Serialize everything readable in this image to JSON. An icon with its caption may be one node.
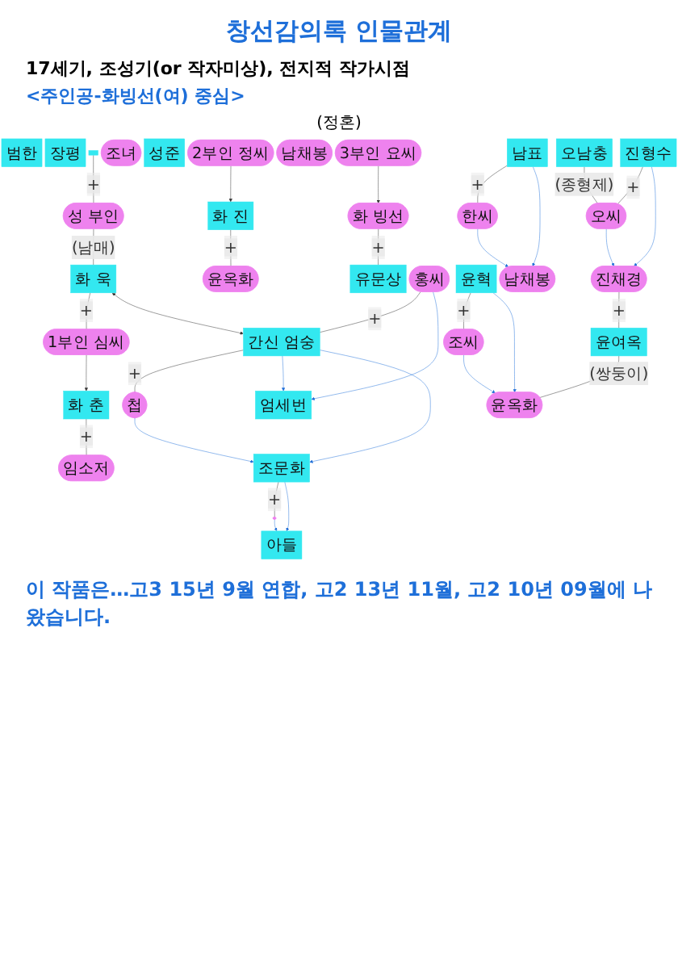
{
  "diagram": {
    "title": "창선감의록 인물관계",
    "caption": "이 작품은…고3 15년 9월 연합, 고2 13년 11월, 고2 10년 09월에 나왔습니다.",
    "nodes": [
      {
        "text": [
          "범한"
        ]
      },
      {
        "text": [
          "장평"
        ]
      },
      {
        "text": [],
        "shape": "box"
      },
      {
        "text": [
          "성 부인"
        ]
      },
      {
        "text": [
          "화 욱"
        ]
      },
      {
        "text": [
          "1부인 심씨"
        ]
      },
      {
        "text": [
          "화 춘"
        ]
      },
      {
        "text": [
          "임소저"
        ]
      },
      {
        "text": [
          "조녀"
        ]
      },
      {
        "text": [
          "성준"
        ]
      },
      {
        "text": [
          "2부인 정씨"
        ]
      },
      {
        "text": [
          "화 진"
        ]
      },
      {
        "text": [
          "윤옥화"
        ]
      },
      {
        "text": [
          "남채봉"
        ]
      },
      {
        "text": [
          "3부인 요씨"
        ]
      },
      {
        "text": [
          "화 빙선"
        ]
      },
      {
        "text": [
          "유문상"
        ]
      },
      {
        "text": [
          "홍씨"
        ]
      },
      {
        "text": [
          "간신 엄숭"
        ]
      },
      {
        "text": [
          "첩"
        ]
      },
      {
        "text": [
          "엄세번"
        ]
      },
      {
        "text": [
          "조문화"
        ]
      },
      {
        "text": [],
        "shape": "circle"
      },
      {
        "text": [
          "아들"
        ]
      },
      {
        "text": [
          "오남충"
        ]
      },
      {
        "text": [
          "남표"
        ]
      },
      {
        "text": [
          "한씨"
        ]
      },
      {
        "text": [
          "진형수"
        ]
      },
      {
        "text": [
          "오씨"
        ]
      },
      {
        "text": [
          "윤혁"
        ]
      },
      {
        "text": [
          "조씨"
        ]
      },
      {
        "text": [
          "남채봉"
        ]
      },
      {
        "text": [
          "진채경"
        ]
      },
      {
        "text": [
          "윤여옥"
        ]
      },
      {
        "text": [
          "윤옥화"
        ]
      }
    ],
    "edges": [
      {
        "from": 3,
        "to": 4,
        "arrow": "none",
        "label": "(남매)"
      },
      {
        "from": 2,
        "to": 3,
        "arrow": "none",
        "label": "+"
      },
      {
        "from": 4,
        "to": 5,
        "arrow": "none",
        "label": "+"
      },
      {
        "from": 5,
        "to": 6,
        "arrow": "to"
      },
      {
        "from": 10,
        "to": 11,
        "arrow": "to"
      },
      {
        "from": 14,
        "to": 15,
        "arrow": "to"
      },
      {
        "from": 6,
        "to": 7,
        "arrow": "none",
        "label": "+"
      },
      {
        "from": 11,
        "to": 12,
        "arrow": "none",
        "label": "+"
      },
      {
        "from": 15,
        "to": 16,
        "arrow": "none",
        "label": "+"
      },
      {
        "from": 4,
        "to": 18,
        "arrow": "both"
      },
      {
        "from": 17,
        "to": 18,
        "arrow": "none",
        "label": "+"
      },
      {
        "from": 18,
        "to": 19,
        "arrow": "none",
        "label": "+"
      },
      {
        "from": 17,
        "to": 20,
        "arrow": "to",
        "color": "#1e6fd9"
      },
      {
        "from": 18,
        "to": 20,
        "arrow": "to",
        "color": "#1e6fd9"
      },
      {
        "from": 18,
        "to": 21,
        "arrow": "to",
        "color": "#1e6fd9"
      },
      {
        "from": 19,
        "to": 21,
        "arrow": "to",
        "color": "#1e6fd9"
      },
      {
        "from": 21,
        "to": 22,
        "arrow": "none",
        "label": "+"
      },
      {
        "from": 21,
        "to": 23,
        "arrow": "to",
        "color": "#1e6fd9"
      },
      {
        "from": 22,
        "to": 23,
        "arrow": "to",
        "color": "#1e6fd9"
      },
      {
        "from": 24,
        "to": 28,
        "arrow": "none",
        "label": "(종형제)"
      },
      {
        "from": 25,
        "to": 26,
        "arrow": "none",
        "label": "+"
      },
      {
        "from": 25,
        "to": 31,
        "arrow": "to",
        "color": "#1e6fd9"
      },
      {
        "from": 26,
        "to": 31,
        "arrow": "to",
        "color": "#1e6fd9"
      },
      {
        "from": 27,
        "to": 28,
        "arrow": "none",
        "label": "+"
      },
      {
        "from": 27,
        "to": 32,
        "arrow": "to",
        "color": "#1e6fd9"
      },
      {
        "from": 28,
        "to": 32,
        "arrow": "to",
        "color": "#1e6fd9"
      },
      {
        "from": 29,
        "to": 30,
        "arrow": "none",
        "label": "+"
      },
      {
        "from": 29,
        "to": 34,
        "arrow": "to",
        "color": "#1e6fd9"
      },
      {
        "from": 30,
        "to": 34,
        "arrow": "to",
        "color": "#1e6fd9"
      },
      {
        "from": 32,
        "to": 33,
        "arrow": "none",
        "label": "+"
      },
      {
        "from": 33,
        "to": 34,
        "arrow": "none",
        "label": "(쌍둥이)"
      }
    ],
    "labels": [
      "17세기, 조성기(or 작자미상), 전지적 작가시점",
      "<주인공-화빙선(여) 중심>",
      "(정혼)"
    ]
  }
}
